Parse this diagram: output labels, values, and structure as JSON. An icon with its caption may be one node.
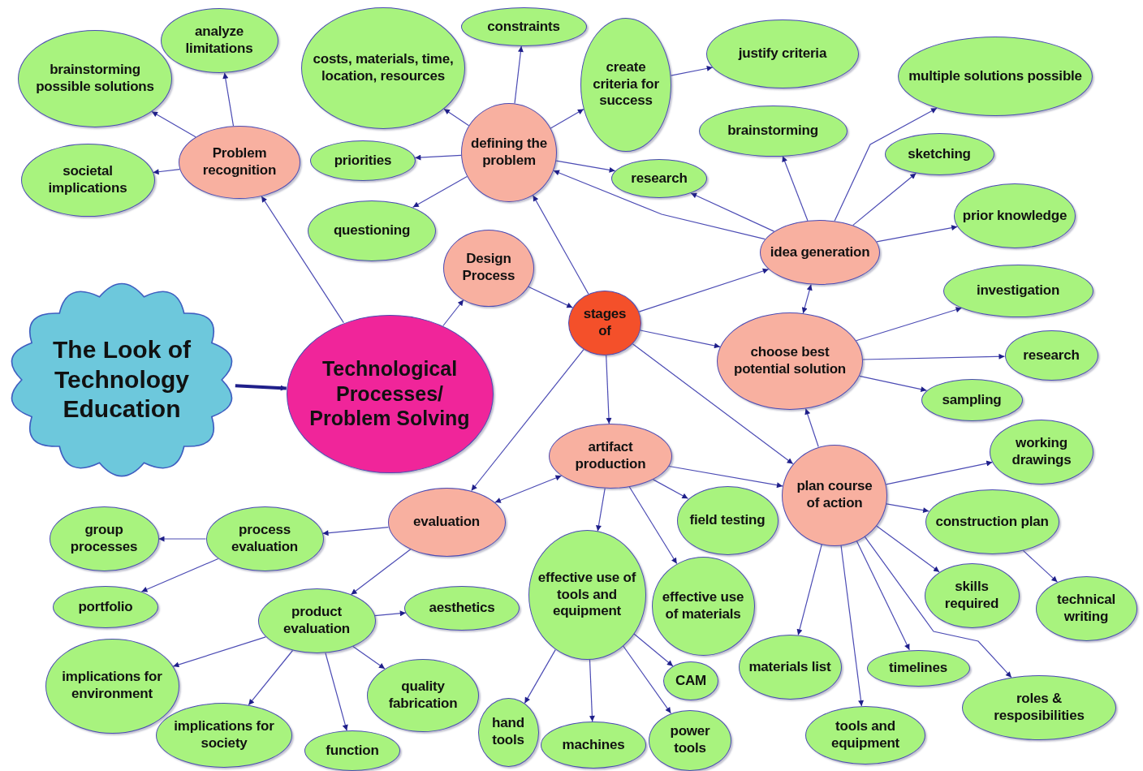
{
  "diagram": {
    "nodes": [
      {
        "text": [
          "The Look of Technology Education"
        ]
      },
      {
        "text": [
          "Technological Processes/ Problem Solving"
        ]
      },
      {
        "text": [
          "Problem recognition"
        ]
      },
      {
        "text": [
          "brainstorming possible solutions"
        ]
      },
      {
        "text": [
          "analyze limitations"
        ]
      },
      {
        "text": [
          "societal implications"
        ]
      },
      {
        "text": [
          "Design Process"
        ]
      },
      {
        "text": [
          "stages of"
        ]
      },
      {
        "text": [
          "defining the problem"
        ]
      },
      {
        "text": [
          "costs, materials, time, location, resources"
        ]
      },
      {
        "text": [
          "constraints"
        ]
      },
      {
        "text": [
          "priorities"
        ]
      },
      {
        "text": [
          "questioning"
        ]
      },
      {
        "text": [
          "create criteria for success"
        ]
      },
      {
        "text": [
          "justify criteria"
        ]
      },
      {
        "text": [
          "research"
        ]
      },
      {
        "text": [
          "idea generation"
        ]
      },
      {
        "text": [
          "brainstorming"
        ]
      },
      {
        "text": [
          "multiple solutions possible"
        ]
      },
      {
        "text": [
          "sketching"
        ]
      },
      {
        "text": [
          "prior knowledge"
        ]
      },
      {
        "text": [
          "choose best potential solution"
        ]
      },
      {
        "text": [
          "investigation"
        ]
      },
      {
        "text": [
          "research"
        ]
      },
      {
        "text": [
          "sampling"
        ]
      },
      {
        "text": [
          "artifact production"
        ]
      },
      {
        "text": [
          "plan course of action"
        ]
      },
      {
        "text": [
          "evaluation"
        ]
      },
      {
        "text": [
          "process evaluation"
        ]
      },
      {
        "text": [
          "group processes"
        ]
      },
      {
        "text": [
          "portfolio"
        ]
      },
      {
        "text": [
          "product evaluation"
        ]
      },
      {
        "text": [
          "aesthetics"
        ]
      },
      {
        "text": [
          "implications for environment"
        ]
      },
      {
        "text": [
          "implications for society"
        ]
      },
      {
        "text": [
          "function"
        ]
      },
      {
        "text": [
          "quality fabrication"
        ]
      },
      {
        "text": [
          "effective use of tools and equipment"
        ]
      },
      {
        "text": [
          "field testing"
        ]
      },
      {
        "text": [
          "effective use of materials"
        ]
      },
      {
        "text": [
          "hand tools"
        ]
      },
      {
        "text": [
          "machines"
        ]
      },
      {
        "text": [
          "CAM"
        ]
      },
      {
        "text": [
          "power tools"
        ]
      },
      {
        "text": [
          "working drawings"
        ]
      },
      {
        "text": [
          "construction plan"
        ]
      },
      {
        "text": [
          "technical writing"
        ]
      },
      {
        "text": [
          "skills required"
        ]
      },
      {
        "text": [
          "materials list"
        ]
      },
      {
        "text": [
          "timelines"
        ]
      },
      {
        "text": [
          "tools and equipment"
        ]
      },
      {
        "text": [
          "roles & resposibilities"
        ]
      }
    ],
    "edges": [
      {
        "from": 0,
        "to": 1,
        "arrow": "to",
        "style": "thick"
      },
      {
        "from": 1,
        "to": 2,
        "arrow": "to"
      },
      {
        "from": 1,
        "to": 6,
        "arrow": "to"
      },
      {
        "from": 2,
        "to": 3,
        "arrow": "to"
      },
      {
        "from": 2,
        "to": 4,
        "arrow": "to"
      },
      {
        "from": 2,
        "to": 5,
        "arrow": "to"
      },
      {
        "from": 6,
        "to": 7,
        "arrow": "to"
      },
      {
        "from": 7,
        "to": 8,
        "arrow": "to"
      },
      {
        "from": 7,
        "to": 16,
        "arrow": "to"
      },
      {
        "from": 7,
        "to": 21,
        "arrow": "to"
      },
      {
        "from": 7,
        "to": 25,
        "arrow": "to"
      },
      {
        "from": 7,
        "to": 26,
        "arrow": "to"
      },
      {
        "from": 7,
        "to": 27,
        "arrow": "to"
      },
      {
        "from": 8,
        "to": 9,
        "arrow": "to"
      },
      {
        "from": 8,
        "to": 10,
        "arrow": "to"
      },
      {
        "from": 8,
        "to": 11,
        "arrow": "to"
      },
      {
        "from": 8,
        "to": 12,
        "arrow": "to"
      },
      {
        "from": 8,
        "to": 13,
        "arrow": "to"
      },
      {
        "from": 8,
        "to": 15,
        "arrow": "to"
      },
      {
        "from": 13,
        "to": 14,
        "arrow": "to"
      },
      {
        "from": 16,
        "to": 8,
        "arrow": "to"
      },
      {
        "from": 16,
        "to": 15,
        "arrow": "to"
      },
      {
        "from": 16,
        "to": 17,
        "arrow": "to"
      },
      {
        "from": 16,
        "to": 18,
        "arrow": "to"
      },
      {
        "from": 16,
        "to": 19,
        "arrow": "to"
      },
      {
        "from": 16,
        "to": 20,
        "arrow": "to"
      },
      {
        "from": 16,
        "to": 21,
        "arrow": "both"
      },
      {
        "from": 21,
        "to": 22,
        "arrow": "to"
      },
      {
        "from": 21,
        "to": 23,
        "arrow": "to"
      },
      {
        "from": 21,
        "to": 24,
        "arrow": "to"
      },
      {
        "from": 26,
        "to": 21,
        "arrow": "to"
      },
      {
        "from": 25,
        "to": 26,
        "arrow": "to"
      },
      {
        "from": 25,
        "to": 27,
        "arrow": "both"
      },
      {
        "from": 25,
        "to": 37,
        "arrow": "to"
      },
      {
        "from": 25,
        "to": 38,
        "arrow": "to"
      },
      {
        "from": 25,
        "to": 39,
        "arrow": "to"
      },
      {
        "from": 27,
        "to": 28,
        "arrow": "to"
      },
      {
        "from": 27,
        "to": 31,
        "arrow": "to"
      },
      {
        "from": 28,
        "to": 29,
        "arrow": "to"
      },
      {
        "from": 28,
        "to": 30,
        "arrow": "to"
      },
      {
        "from": 31,
        "to": 32,
        "arrow": "to"
      },
      {
        "from": 31,
        "to": 33,
        "arrow": "to"
      },
      {
        "from": 31,
        "to": 34,
        "arrow": "to"
      },
      {
        "from": 31,
        "to": 35,
        "arrow": "to"
      },
      {
        "from": 31,
        "to": 36,
        "arrow": "to"
      },
      {
        "from": 37,
        "to": 40,
        "arrow": "to"
      },
      {
        "from": 37,
        "to": 41,
        "arrow": "to"
      },
      {
        "from": 37,
        "to": 42,
        "arrow": "to"
      },
      {
        "from": 37,
        "to": 43,
        "arrow": "to"
      },
      {
        "from": 26,
        "to": 44,
        "arrow": "to"
      },
      {
        "from": 26,
        "to": 45,
        "arrow": "to"
      },
      {
        "from": 26,
        "to": 47,
        "arrow": "to"
      },
      {
        "from": 26,
        "to": 48,
        "arrow": "to"
      },
      {
        "from": 26,
        "to": 49,
        "arrow": "to"
      },
      {
        "from": 26,
        "to": 50,
        "arrow": "to"
      },
      {
        "from": 26,
        "to": 51,
        "arrow": "to"
      },
      {
        "from": 45,
        "to": 46,
        "arrow": "to"
      }
    ]
  }
}
